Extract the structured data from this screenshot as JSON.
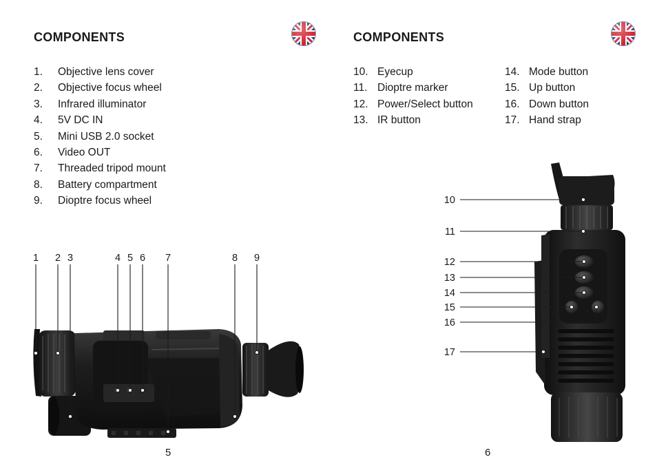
{
  "left_page": {
    "heading": "COMPONENTS",
    "flag_icon": "uk-flag-icon",
    "items": [
      {
        "num": "1.",
        "label": "Objective lens cover"
      },
      {
        "num": "2.",
        "label": "Objective focus wheel"
      },
      {
        "num": "3.",
        "label": "Infrared illuminator"
      },
      {
        "num": "4.",
        "label": "5V DC IN"
      },
      {
        "num": "5.",
        "label": "Mini USB 2.0 socket"
      },
      {
        "num": "6.",
        "label": "Video OUT"
      },
      {
        "num": "7.",
        "label": "Threaded tripod mount"
      },
      {
        "num": "8.",
        "label": "Battery compartment"
      },
      {
        "num": "9.",
        "label": "Dioptre focus wheel"
      }
    ],
    "callouts": [
      "1",
      "2",
      "3",
      "4",
      "5",
      "6",
      "7",
      "8",
      "9"
    ],
    "page_number": "5"
  },
  "right_page": {
    "heading": "COMPONENTS",
    "flag_icon": "uk-flag-icon",
    "items_col1": [
      {
        "num": "10.",
        "label": "Eyecup"
      },
      {
        "num": "11.",
        "label": "Dioptre marker"
      },
      {
        "num": "12.",
        "label": "Power/Select button"
      },
      {
        "num": "13.",
        "label": "IR button"
      }
    ],
    "items_col2": [
      {
        "num": "14.",
        "label": "Mode button"
      },
      {
        "num": "15.",
        "label": "Up button"
      },
      {
        "num": "16.",
        "label": "Down button"
      },
      {
        "num": "17.",
        "label": "Hand strap"
      }
    ],
    "callouts": [
      "10",
      "11",
      "12",
      "13",
      "14",
      "15",
      "16",
      "17"
    ],
    "page_number": "6"
  },
  "colors": {
    "text": "#1a1a1a",
    "device_body": "#1c1c1c",
    "device_highlight": "#3a3a3a",
    "flag_blue": "#1f3a93",
    "flag_red": "#cf1f2e"
  }
}
